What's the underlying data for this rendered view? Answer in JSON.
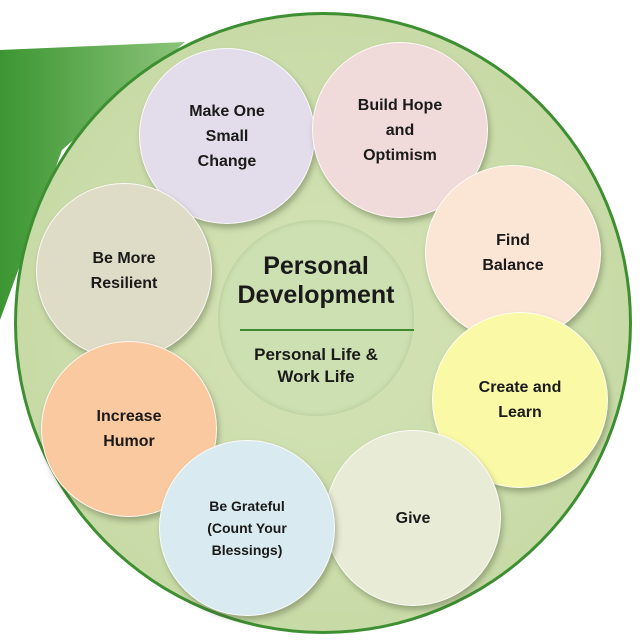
{
  "diagram": {
    "center": {
      "title": "Personal\nDevelopment",
      "subtitle": "Personal Life &\nWork Life"
    },
    "bubbles": [
      {
        "label": "Be More\nResilient",
        "color": "#dedbc6"
      },
      {
        "label": "Increase\nHumor",
        "color": "#fac99f"
      },
      {
        "label": "Be Grateful\n(Count Your\nBlessings)",
        "color": "#d9ebf0"
      },
      {
        "label": "Give",
        "color": "#e8ecd6"
      },
      {
        "label": "Create and\nLearn",
        "color": "#fafaa6"
      },
      {
        "label": "Find\nBalance",
        "color": "#fbe5d5"
      },
      {
        "label": "Build Hope\nand\nOptimism",
        "color": "#f1dada"
      },
      {
        "label": "Make One\nSmall\nChange",
        "color": "#e3dcea"
      }
    ],
    "colors": {
      "outer_fill": "#c9dca8",
      "outer_border": "#3d8f32",
      "wedge": "#4aa03c",
      "divider": "#3e8a2e"
    }
  }
}
